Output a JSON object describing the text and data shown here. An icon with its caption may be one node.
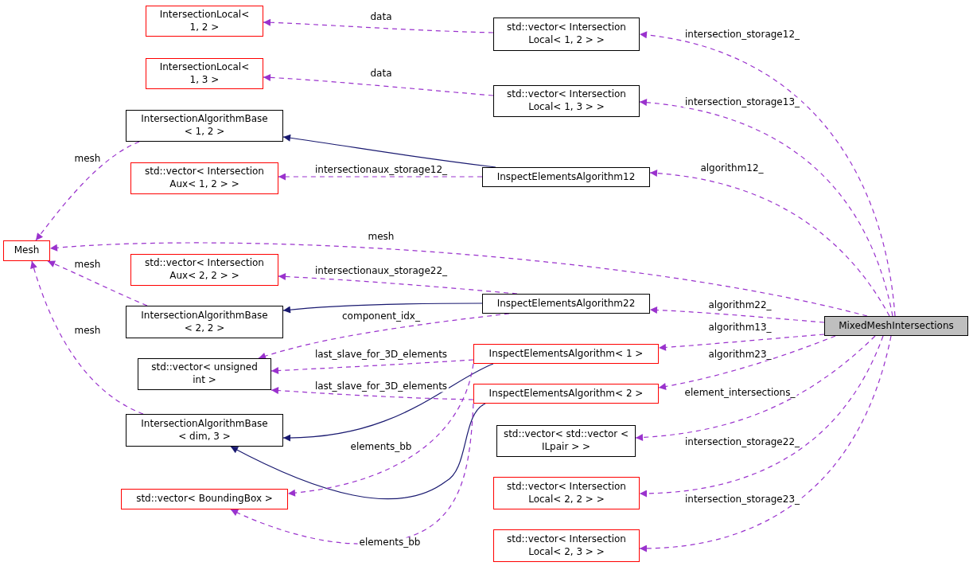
{
  "diagram": {
    "nodes": [
      {
        "text": [
          "IntersectionLocal< 1, 2 >"
        ]
      },
      {
        "text": [
          "IntersectionLocal< 1, 3 >"
        ]
      },
      {
        "text": [
          "std::vector< Intersection Local< 1, 2 > >"
        ]
      },
      {
        "text": [
          "std::vector< Intersection Local< 1, 3 > >"
        ]
      },
      {
        "text": [
          "IntersectionAlgorithmBase < 1, 2 >"
        ]
      },
      {
        "text": [
          "std::vector< Intersection Aux< 1, 2 > >"
        ]
      },
      {
        "text": [
          "InspectElementsAlgorithm12"
        ]
      },
      {
        "text": [
          "Mesh"
        ]
      },
      {
        "text": [
          "std::vector< Intersection Aux< 2, 2 > >"
        ]
      },
      {
        "text": [
          "InspectElementsAlgorithm22"
        ]
      },
      {
        "text": [
          "IntersectionAlgorithmBase < 2, 2 >"
        ]
      },
      {
        "text": [
          "MixedMeshIntersections"
        ]
      },
      {
        "text": [
          "std::vector< unsigned int >"
        ]
      },
      {
        "text": [
          "InspectElementsAlgorithm< 1 >"
        ]
      },
      {
        "text": [
          "InspectElementsAlgorithm< 2 >"
        ]
      },
      {
        "text": [
          "IntersectionAlgorithmBase < dim, 3 >"
        ]
      },
      {
        "text": [
          "std::vector< std::vector < ILpair > >"
        ]
      },
      {
        "text": [
          "std::vector< BoundingBox >"
        ]
      },
      {
        "text": [
          "std::vector< Intersection Local< 2, 2 > >"
        ]
      },
      {
        "text": [
          "std::vector< Intersection Local< 2, 3 > >"
        ]
      }
    ],
    "edges": [
      {
        "from": 2,
        "to": 0,
        "arrow": "to",
        "label": "data",
        "style": "dashed"
      },
      {
        "from": 3,
        "to": 1,
        "arrow": "to",
        "label": "data",
        "style": "dashed"
      },
      {
        "from": 11,
        "to": 2,
        "arrow": "to",
        "label": "intersection_storage12_",
        "style": "dashed"
      },
      {
        "from": 11,
        "to": 3,
        "arrow": "to",
        "label": "intersection_storage13_",
        "style": "dashed"
      },
      {
        "from": 6,
        "to": 4,
        "arrow": "to",
        "color": "#191970"
      },
      {
        "from": 6,
        "to": 5,
        "arrow": "to",
        "label": "intersectionaux_storage12_",
        "style": "dashed"
      },
      {
        "from": 11,
        "to": 6,
        "arrow": "to",
        "label": "algorithm12_",
        "style": "dashed"
      },
      {
        "from": 4,
        "to": 7,
        "arrow": "to",
        "label": "mesh",
        "style": "dashed"
      },
      {
        "from": 11,
        "to": 7,
        "arrow": "to",
        "label": "mesh",
        "style": "dashed"
      },
      {
        "from": 10,
        "to": 7,
        "arrow": "to",
        "label": "mesh",
        "style": "dashed"
      },
      {
        "from": 15,
        "to": 7,
        "arrow": "to",
        "label": "mesh",
        "style": "dashed"
      },
      {
        "from": 9,
        "to": 8,
        "arrow": "to",
        "label": "intersectionaux_storage22_",
        "style": "dashed"
      },
      {
        "from": 9,
        "to": 10,
        "arrow": "to",
        "color": "#191970"
      },
      {
        "from": 11,
        "to": 9,
        "arrow": "to",
        "label": "algorithm22_",
        "style": "dashed"
      },
      {
        "from": 9,
        "to": 12,
        "arrow": "to",
        "label": "component_idx_",
        "style": "dashed"
      },
      {
        "from": 11,
        "to": 13,
        "arrow": "to",
        "label": "algorithm13_",
        "style": "dashed"
      },
      {
        "from": 13,
        "to": 12,
        "arrow": "to",
        "label": "last_slave_for_3D_elements",
        "style": "dashed"
      },
      {
        "from": 11,
        "to": 14,
        "arrow": "to",
        "label": "algorithm23_",
        "style": "dashed"
      },
      {
        "from": 14,
        "to": 12,
        "arrow": "to",
        "label": "last_slave_for_3D_elements",
        "style": "dashed"
      },
      {
        "from": 13,
        "to": 15,
        "arrow": "to",
        "color": "#191970"
      },
      {
        "from": 14,
        "to": 15,
        "arrow": "to",
        "color": "#191970"
      },
      {
        "from": 13,
        "to": 17,
        "arrow": "to",
        "label": "elements_bb",
        "style": "dashed"
      },
      {
        "from": 14,
        "to": 17,
        "arrow": "to",
        "label": "elements_bb",
        "style": "dashed"
      },
      {
        "from": 11,
        "to": 16,
        "arrow": "to",
        "label": "element_intersections_",
        "style": "dashed"
      },
      {
        "from": 11,
        "to": 18,
        "arrow": "to",
        "label": "intersection_storage22_",
        "style": "dashed"
      },
      {
        "from": 11,
        "to": 19,
        "arrow": "to",
        "label": "intersection_storage23_",
        "style": "dashed"
      }
    ]
  }
}
